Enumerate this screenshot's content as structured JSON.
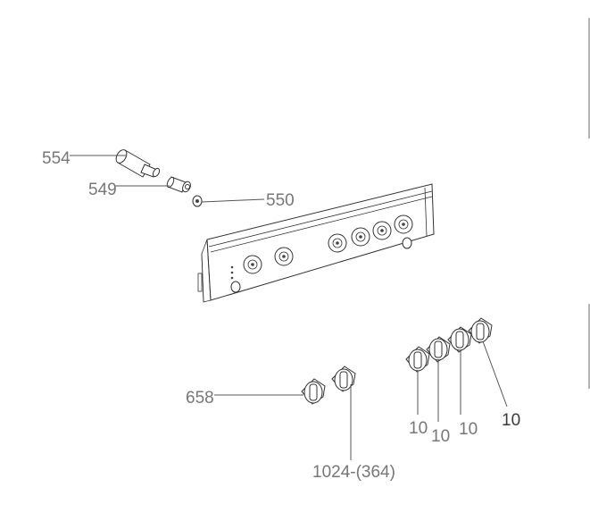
{
  "callouts": {
    "p554": "554",
    "p549": "549",
    "p550": "550",
    "p658": "658",
    "p1024": "1024-(364)",
    "p10a": "10",
    "p10b": "10",
    "p10c": "10",
    "p10d": "10"
  }
}
